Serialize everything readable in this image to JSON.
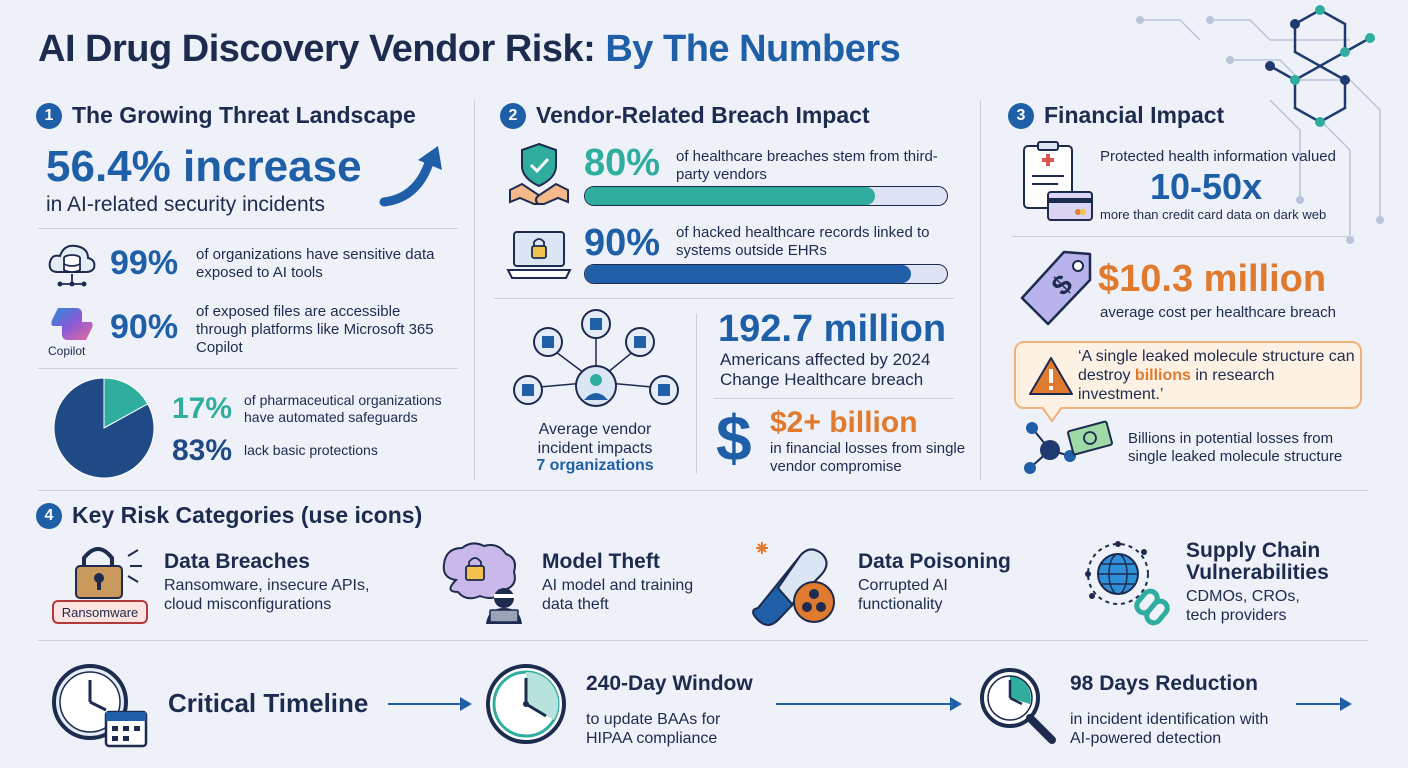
{
  "title": {
    "main": "AI Drug Discovery Vendor Risk:",
    "accent": "By The Numbers"
  },
  "colors": {
    "navy": "#1d2b4f",
    "blue": "#1f5fa8",
    "teal": "#2fae9f",
    "orange": "#e07a2e",
    "background": "#eef1f7"
  },
  "sections": {
    "s1": {
      "number": "1",
      "heading": "The Growing Threat Landscape",
      "headline_value": "56.4% increase",
      "headline_text": "in AI-related security incidents",
      "stats": [
        {
          "icon": "cloud-database-icon",
          "value": "99%",
          "text": "of organizations have sensitive data exposed to AI tools"
        },
        {
          "icon": "copilot-logo-icon",
          "icon_label": "Copilot",
          "value": "90%",
          "text": "of exposed files are accessible through platforms like Microsoft 365 Copilot"
        }
      ],
      "pie": {
        "slices": [
          {
            "value": "17%",
            "fraction": 0.17,
            "text": "of pharmaceutical organizations have automated safeguards",
            "color": "#2fae9f"
          },
          {
            "value": "83%",
            "fraction": 0.83,
            "text": "lack basic protections",
            "color": "#1f4a86"
          }
        ]
      }
    },
    "s2": {
      "number": "2",
      "heading": "Vendor-Related Breach Impact",
      "bars": [
        {
          "icon": "handshake-shield-icon",
          "value": "80%",
          "fraction": 0.8,
          "text": "of healthcare breaches stem from third-party vendors",
          "color": "#2fae9f"
        },
        {
          "icon": "laptop-lock-icon",
          "value": "90%",
          "fraction": 0.9,
          "text": "of hacked healthcare records linked to systems outside EHRs",
          "color": "#1f5fa8"
        }
      ],
      "network_text": "Average vendor incident impacts",
      "network_count": "7 organizations",
      "affected_value": "192.7 million",
      "affected_text": "Americans affected by 2024 Change Healthcare breach",
      "loss_value": "$2+ billion",
      "loss_text": "in financial losses from single vendor compromise"
    },
    "s3": {
      "number": "3",
      "heading": "Financial Impact",
      "phi_text": "Protected health information valued",
      "phi_value": "10-50x",
      "phi_sub": "more than credit card data on dark web",
      "cost_value": "$10.3 million",
      "cost_text": "average cost per healthcare breach",
      "quote_pre": "‘A single leaked molecule structure can destroy ",
      "quote_highlight": "billions",
      "quote_post": " in research investment.’",
      "molecule_text": "Billions in potential losses from single leaked molecule structure"
    },
    "s4": {
      "number": "4",
      "heading": "Key Risk Categories (use icons)",
      "categories": [
        {
          "title": "Data Breaches",
          "desc": "Ransomware, insecure APIs, cloud misconfigurations",
          "tag": "Ransomware"
        },
        {
          "title": "Model Theft",
          "desc": "AI model and training data theft"
        },
        {
          "title": "Data Poisoning",
          "desc": "Corrupted AI functionality"
        },
        {
          "title": "Supply Chain Vulnerabilities",
          "desc": "CDMOs, CROs, tech providers"
        }
      ]
    },
    "timeline": {
      "label": "Critical Timeline",
      "steps": [
        {
          "title": "240-Day Window",
          "desc": "to update BAAs for HIPAA compliance"
        },
        {
          "title": "98 Days Reduction",
          "desc": "in incident identification with AI-powered detection"
        }
      ]
    }
  }
}
